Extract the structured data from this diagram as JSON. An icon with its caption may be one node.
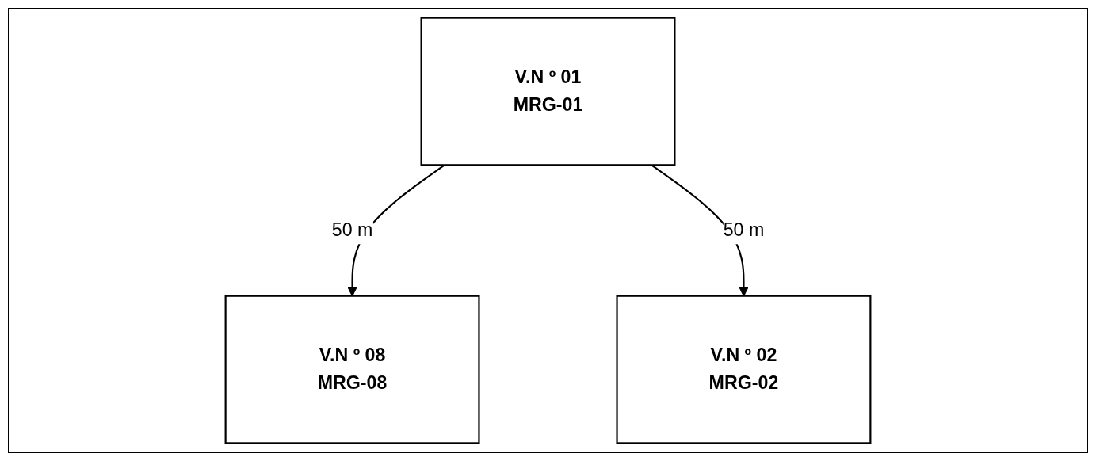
{
  "diagram": {
    "nodes": [
      {
        "text": [
          "V.N º 08",
          "MRG-08"
        ]
      },
      {
        "text": [
          "V.N º 01",
          "MRG-01"
        ]
      },
      {
        "text": [
          "V.N º 02",
          "MRG-02"
        ]
      }
    ],
    "edges": [
      {
        "from": 1,
        "to": 0,
        "arrow": "to",
        "label": "50 m"
      },
      {
        "from": 1,
        "to": 2,
        "arrow": "to",
        "label": "50 m"
      }
    ]
  }
}
